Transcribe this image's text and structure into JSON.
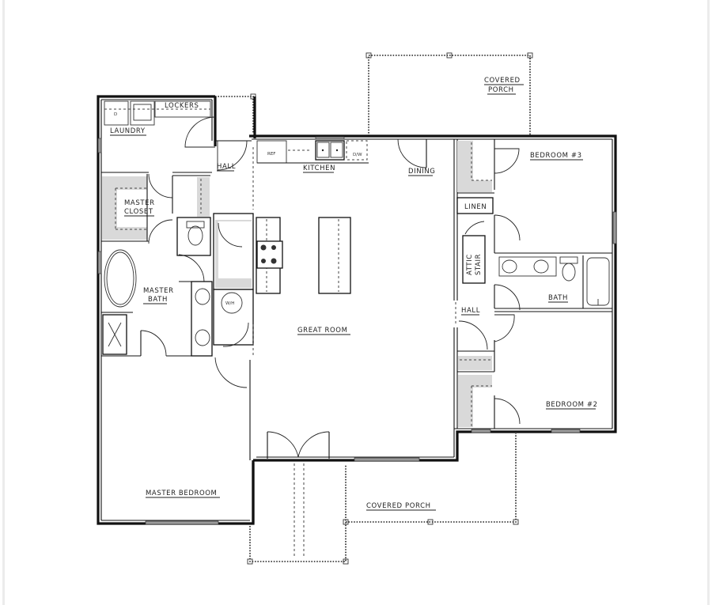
{
  "plan": {
    "rooms": {
      "laundry": "LAUNDRY",
      "lockers": "LOCKERS",
      "hall_top": "HALL",
      "kitchen": "KITCHEN",
      "dining": "DINING",
      "covered_porch_rear_1": "COVERED",
      "covered_porch_rear_2": "PORCH",
      "bedroom_3": "BEDROOM #3",
      "linen": "LINEN",
      "attic_stair_1": "ATTIC",
      "attic_stair_2": "STAIR",
      "bath": "BATH",
      "hall_right": "HALL",
      "bedroom_2": "BEDROOM #2",
      "master_closet_1": "MASTER",
      "master_closet_2": "CLOSET",
      "master_bath_1": "MASTER",
      "master_bath_2": "BATH",
      "water_heater": "W/H",
      "great_room": "GREAT ROOM",
      "master_bedroom": "MASTER BEDROOM",
      "covered_porch_front": "COVERED PORCH"
    },
    "fixtures": {
      "refrigerator": "REF",
      "dishwasher": "D/W",
      "dryer": "D"
    },
    "colors": {
      "wall": "#111111",
      "closet_fill": "#d9d9d9",
      "window_fill": "#9a9a9a",
      "background": "#ffffff"
    }
  }
}
